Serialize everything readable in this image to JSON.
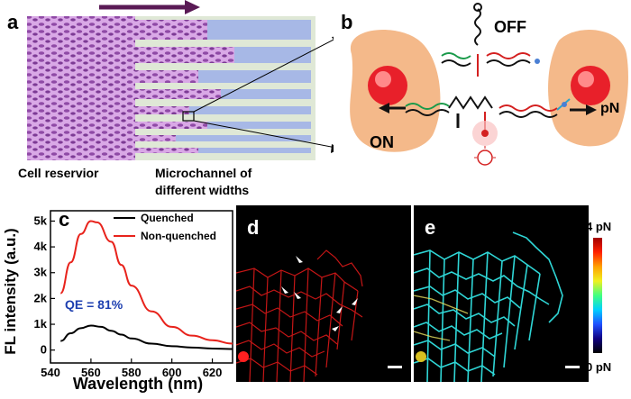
{
  "panels": {
    "a": {
      "letter": "a",
      "left_caption": "Cell reservior",
      "right_caption_line1": "Microchannel of",
      "right_caption_line2": "different widths"
    },
    "b": {
      "letter": "b",
      "off_label": "OFF",
      "on_label": "ON",
      "pn_label": "pN"
    },
    "c": {
      "letter": "c",
      "qe_text": "QE = 81%"
    },
    "d": {
      "letter": "d"
    },
    "e": {
      "letter": "e"
    },
    "colorbar": {
      "top_label": "4 pN",
      "bottom_label": "0 pN"
    }
  },
  "chart_data": {
    "type": "line",
    "xlabel": "Wavelength (nm)",
    "ylabel": "FL intensity (a.u.)",
    "xlim": [
      540,
      630
    ],
    "ylim": [
      -500,
      5400
    ],
    "xticks": [
      540,
      560,
      580,
      600,
      620
    ],
    "xtick_labels": [
      "540",
      "560",
      "580",
      "600",
      "620"
    ],
    "yticks": [
      0,
      1000,
      2000,
      3000,
      4000,
      5000
    ],
    "ytick_labels": [
      "0",
      "1k",
      "2k",
      "3k",
      "4k",
      "5k"
    ],
    "legend_position": "top-right",
    "series": [
      {
        "name": "Quenched",
        "color": "#000000",
        "x": [
          545,
          550,
          555,
          560,
          565,
          570,
          575,
          580,
          590,
          600,
          610,
          620,
          630
        ],
        "y": [
          350,
          650,
          850,
          950,
          900,
          750,
          600,
          450,
          250,
          150,
          100,
          60,
          40
        ]
      },
      {
        "name": "Non-quenched",
        "color": "#e8231c",
        "x": [
          545,
          550,
          555,
          560,
          563,
          570,
          575,
          580,
          590,
          600,
          610,
          620,
          630
        ],
        "y": [
          2200,
          3400,
          4500,
          5000,
          4950,
          4200,
          3300,
          2500,
          1500,
          900,
          560,
          380,
          250
        ]
      }
    ]
  }
}
